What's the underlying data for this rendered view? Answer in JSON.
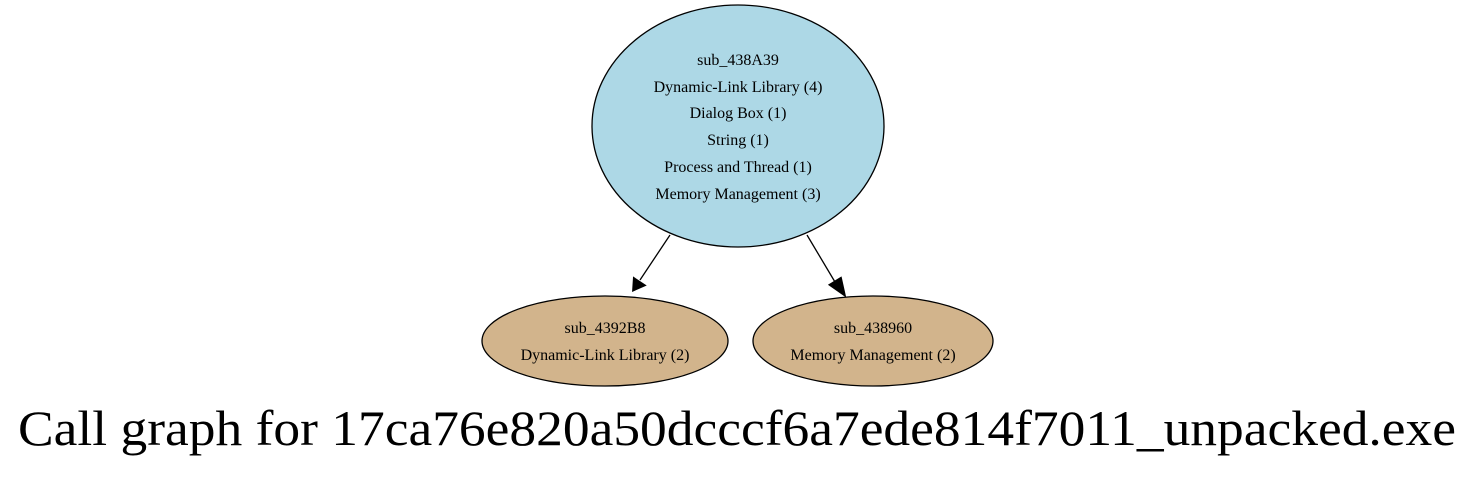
{
  "colors": {
    "root_fill": "#add8e6",
    "child_fill": "#d2b48c",
    "stroke": "#000000",
    "background": "#ffffff"
  },
  "nodes": {
    "root": {
      "name": "sub_438A39",
      "lines": [
        "Dynamic-Link Library (4)",
        "Dialog Box (1)",
        "String (1)",
        "Process and Thread (1)",
        "Memory Management (3)"
      ]
    },
    "left_child": {
      "name": "sub_4392B8",
      "lines": [
        "Dynamic-Link Library (2)"
      ]
    },
    "right_child": {
      "name": "sub_438960",
      "lines": [
        "Memory Management (2)"
      ]
    }
  },
  "edges": [
    {
      "from": "sub_438A39",
      "to": "sub_4392B8"
    },
    {
      "from": "sub_438A39",
      "to": "sub_438960"
    }
  ],
  "caption": "Call graph for 17ca76e820a50dcccf6a7ede814f7011_unpacked.exe"
}
